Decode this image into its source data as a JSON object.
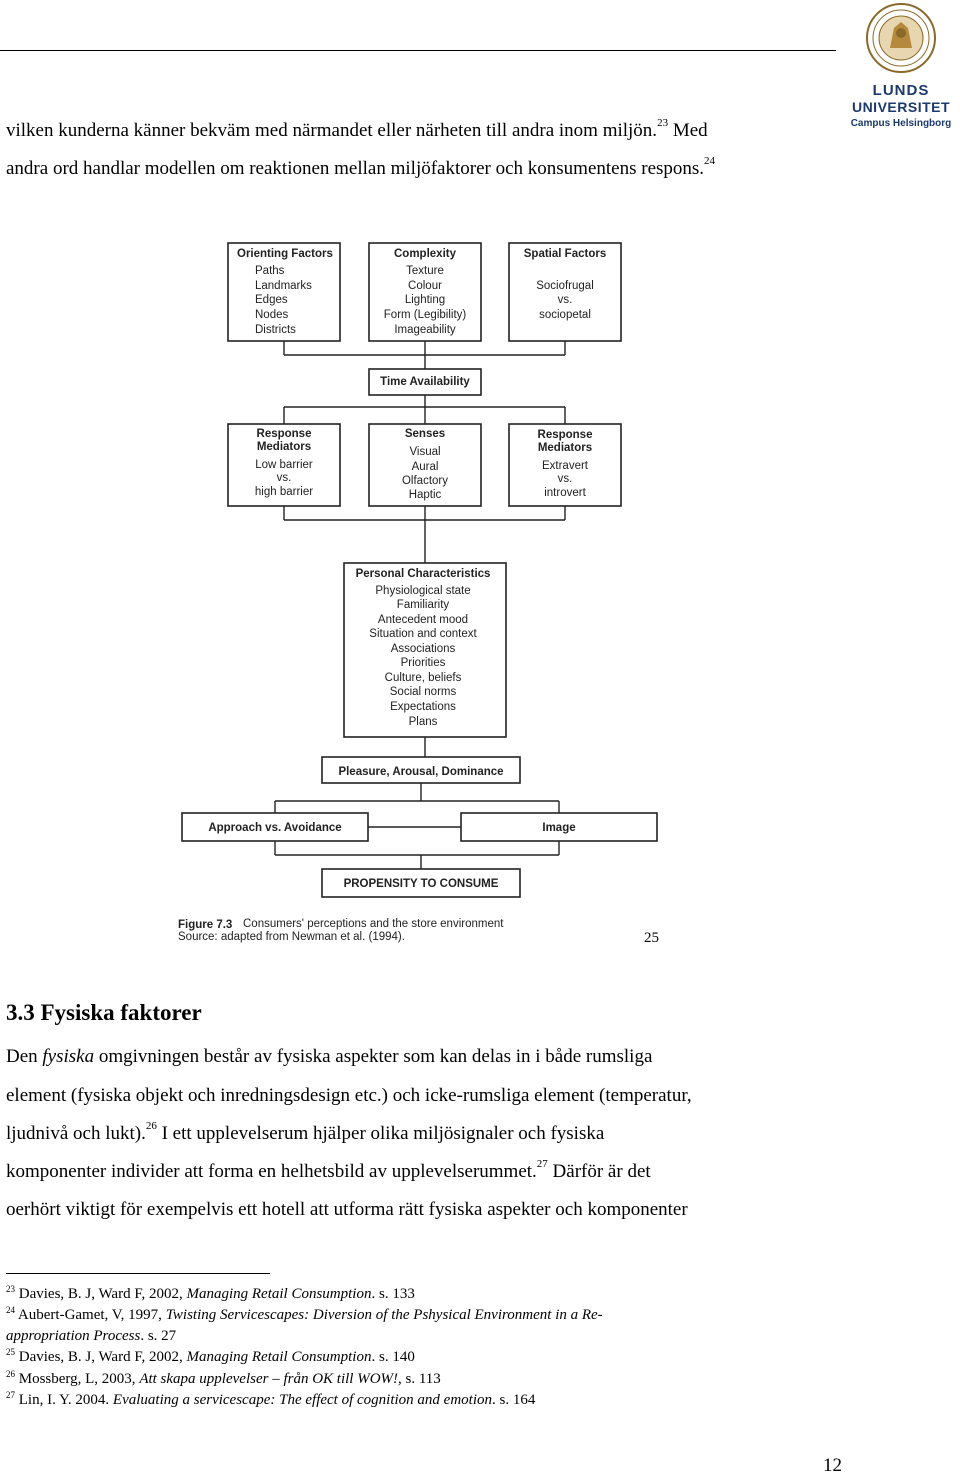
{
  "body_top": {
    "line1": "vilken kunderna känner bekväm med närmandet eller närheten till andra inom miljön.",
    "ref1": "23",
    "line1b": " Med",
    "line2": "andra ord handlar modellen om reaktionen mellan miljöfaktorer och konsumentens respons.",
    "ref2": "24"
  },
  "logo": {
    "line1": "LUNDS",
    "line2": "UNIVERSITET",
    "line3": "Campus Helsingborg"
  },
  "figure": {
    "orienting": {
      "title": "Orienting Factors",
      "items": [
        "Paths",
        "Landmarks",
        "Edges",
        "Nodes",
        "Districts"
      ]
    },
    "complexity": {
      "title": "Complexity",
      "items": [
        "Texture",
        "Colour",
        "Lighting",
        "Form (Legibility)",
        "Imageability"
      ]
    },
    "spatial": {
      "title": "Spatial Factors",
      "items": [
        "Sociofrugal",
        "vs.",
        "sociopetal"
      ]
    },
    "time": "Time Availability",
    "resp1": {
      "title1": "Response",
      "title2": "Mediators",
      "items": [
        "Low barrier",
        "vs.",
        "high barrier"
      ]
    },
    "senses": {
      "title": "Senses",
      "items": [
        "Visual",
        "Aural",
        "Olfactory",
        "Haptic"
      ]
    },
    "resp2": {
      "title1": "Response",
      "title2": "Mediators",
      "items": [
        "Extravert",
        "vs.",
        "introvert"
      ]
    },
    "personal": {
      "title": "Personal Characteristics",
      "items": [
        "Physiological state",
        "Familiarity",
        "Antecedent mood",
        "Situation and context",
        "Associations",
        "Priorities",
        "Culture, beliefs",
        "Social norms",
        "Expectations",
        "Plans"
      ]
    },
    "pad": "Pleasure, Arousal, Dominance",
    "approach": "Approach vs. Avoidance",
    "image": "Image",
    "propensity": "PROPENSITY TO CONSUME",
    "caption_label": "Figure 7.3",
    "caption_text": "Consumers' perceptions and the store environment",
    "source": "Source: adapted from Newman et al. (1994).",
    "ref": "25"
  },
  "section": {
    "heading": "3.3 Fysiska faktorer",
    "p1a": "Den ",
    "p1i": "fysiska",
    "p1b": " omgivningen består av fysiska aspekter som kan delas in i både rumsliga",
    "p2": "element (fysiska objekt och inredningsdesign etc.) och icke-rumsliga element (temperatur,",
    "p3a": "ljudnivå och lukt).",
    "ref26": "26",
    "p3b": " I ett upplevelserum hjälper olika miljösignaler och fysiska",
    "p4a": "komponenter individer att forma en helhetsbild av upplevelserummet.",
    "ref27": "27",
    "p4b": " Därför är det",
    "p5": "oerhört viktigt för exempelvis ett hotell att utforma rätt fysiska aspekter och komponenter"
  },
  "footnotes": [
    {
      "num": "23",
      "pre": " Davies, B. J, Ward F, 2002, ",
      "title": "Managing Retail Consumption",
      "post": ". s. 133"
    },
    {
      "num": "24",
      "pre": " Aubert-Gamet, V, 1997, ",
      "title": "Twisting Servicescapes: Diversion of the Pshysical Environment in a Re-",
      "post": ""
    },
    {
      "num": "",
      "pre": "",
      "title": "appropriation Process",
      "post": ". s. 27"
    },
    {
      "num": "25",
      "pre": " Davies, B. J, Ward F, 2002, ",
      "title": "Managing Retail Consumption",
      "post": ". s. 140"
    },
    {
      "num": "26",
      "pre": " Mossberg, L, 2003, ",
      "title": "Att skapa upplevelser – från OK till WOW!",
      "post": ", s. 113"
    },
    {
      "num": "27",
      "pre": " Lin, I. Y. 2004. ",
      "title": "Evaluating a servicescape: The effect of cognition and emotion",
      "post": ". s. 164"
    }
  ],
  "page_number": "12"
}
